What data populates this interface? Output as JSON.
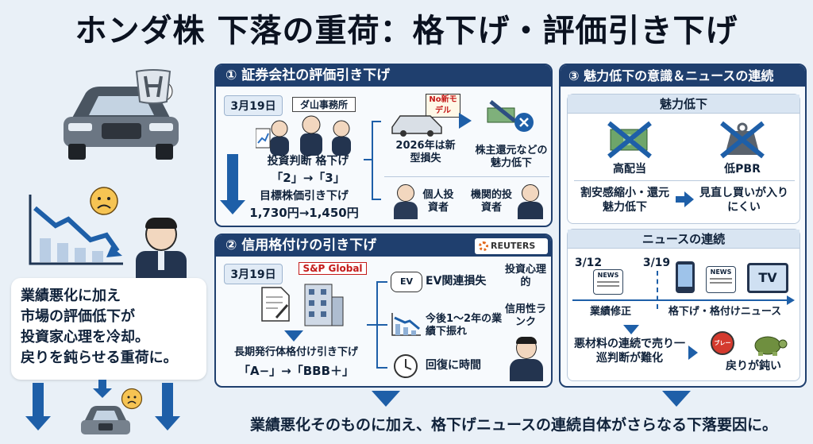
{
  "title": "ホンダ株 下落の重荷：格下げ・評価引き下げ",
  "left": {
    "summary_lines": [
      "業績悪化に加え",
      "市場の評価低下が",
      "投資家心理を冷却。",
      "戻りを鈍らせる重荷に。"
    ]
  },
  "panel1": {
    "heading": "① 証券会社の評価引き下げ",
    "date": "3月19日",
    "office_sign": "ダ山事務所",
    "rating_label": "投資判断 格下げ",
    "rating_change": "「2」→「3」",
    "target_label": "目標株価引き下げ",
    "target_change": "1,730円→1,450円",
    "no_model_sign": "No新モデル",
    "loss_text": "2026年は新型損失",
    "return_text": "株主還元などの魅力低下",
    "individual": "個人投資者",
    "institutional": "機関的投資者"
  },
  "panel2": {
    "heading": "② 信用格付けの引き下げ",
    "reuters": "REUTERS",
    "date": "3月19日",
    "agency": "S&P Global",
    "rating_label": "長期発行体格付け引き下げ",
    "rating_change": "「A−」→「BBB＋」",
    "ev_badge": "EV",
    "ev_loss": "EV関連損失",
    "earnings": "今後1～2年の業績下振れ",
    "recovery": "回復に時間",
    "psych": "投資心理的",
    "credit": "信用性ランク"
  },
  "panel3": {
    "heading": "③ 魅力低下の意識＆ニュースの連続",
    "attract_head": "魅力低下",
    "high_div": "高配当",
    "low_pbr": "低PBR",
    "cheap_text": "割安感縮小・還元魅力低下",
    "hard_buy": "見直し買いが入りにくい",
    "news_head": "ニュースの連続",
    "date1": "3/12",
    "date2": "3/19",
    "news_label": "NEWS",
    "tv_label": "TV",
    "tl_left": "業績修正",
    "tl_right": "格下げ・格付けニュース",
    "hard_judge": "悪材料の連続で売り一巡判断が難化",
    "brake": "ブレーキ",
    "slow": "戻りが鈍い"
  },
  "footer": "業績悪化そのものに加え、格下げニュースの連続自体がさらなる下落要因に。",
  "colors": {
    "navy": "#1f3f6e",
    "arrow": "#1e5fa8",
    "bg": "#e9f0f7"
  }
}
